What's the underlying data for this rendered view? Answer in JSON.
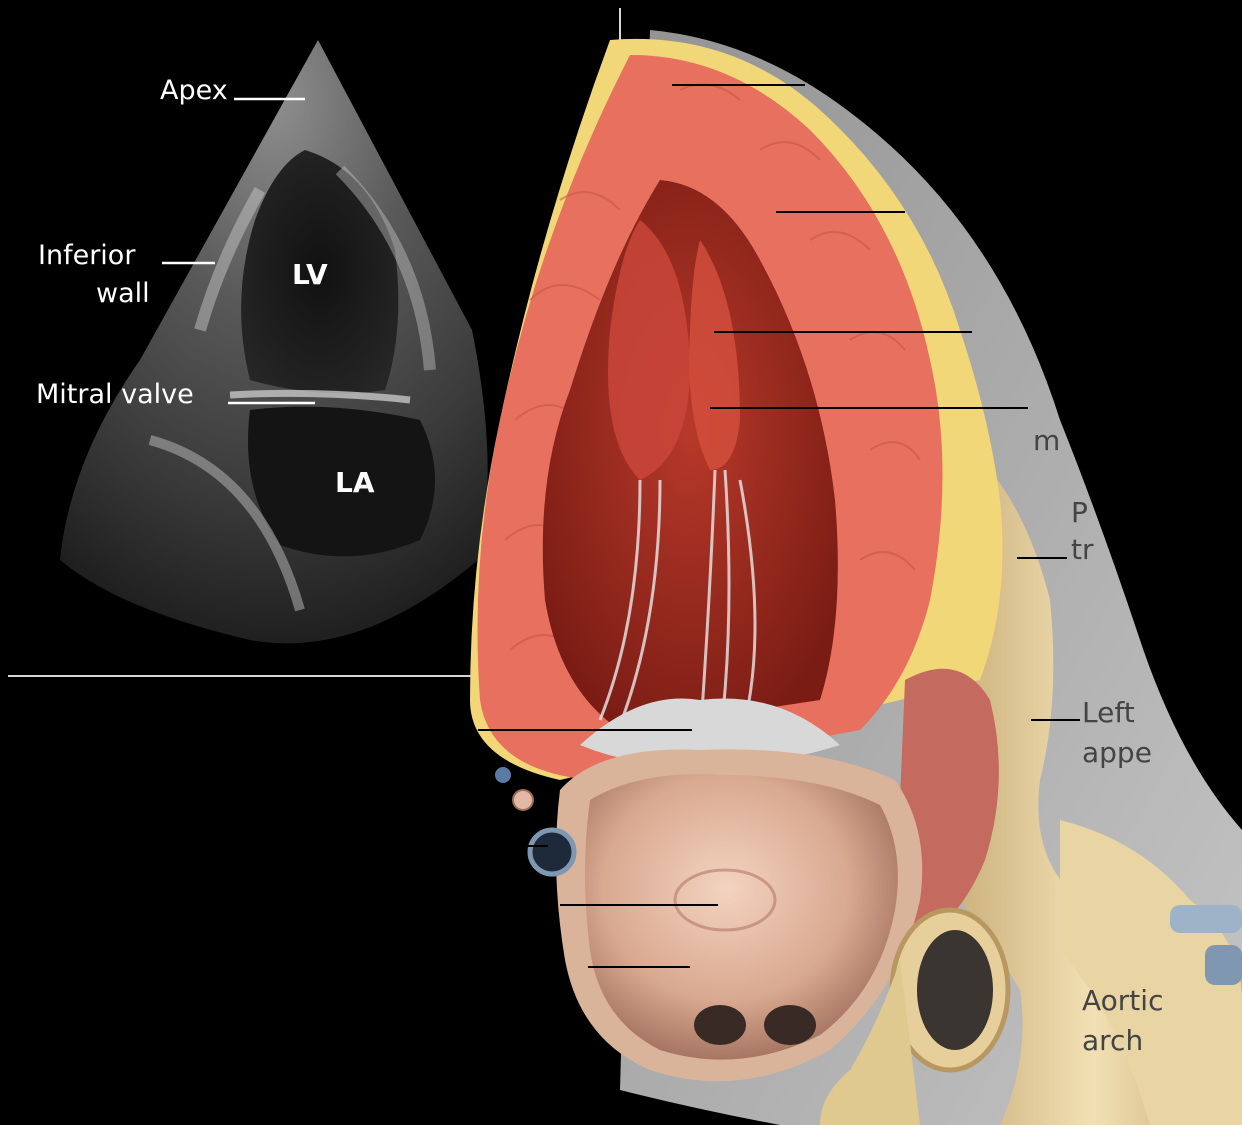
{
  "echo": {
    "labels": {
      "apex": "Apex",
      "inferior_wall_line1": "Inferior",
      "inferior_wall_line2": "wall",
      "lv": "LV",
      "mitral_valve": "Mitral valve",
      "la": "LA"
    }
  },
  "anatomy": {
    "labels": {
      "partial_m": "m",
      "partial_p": "P",
      "partial_tr": "tr",
      "left_line1": "Left",
      "left_line2": "appe",
      "aortic_line1": "Aortic",
      "aortic_line2": "arch"
    }
  },
  "colors": {
    "background": "#000000",
    "label_text": "#ffffff",
    "anatomy_label_text": "#444444",
    "myocardium": "#e8705e",
    "ventricle_cavity": "#9a2a1e",
    "fat": "#f2d778",
    "vessel": "#e6cf9a",
    "atrium_wall": "#d9a98f",
    "leader_line": "#000000"
  }
}
